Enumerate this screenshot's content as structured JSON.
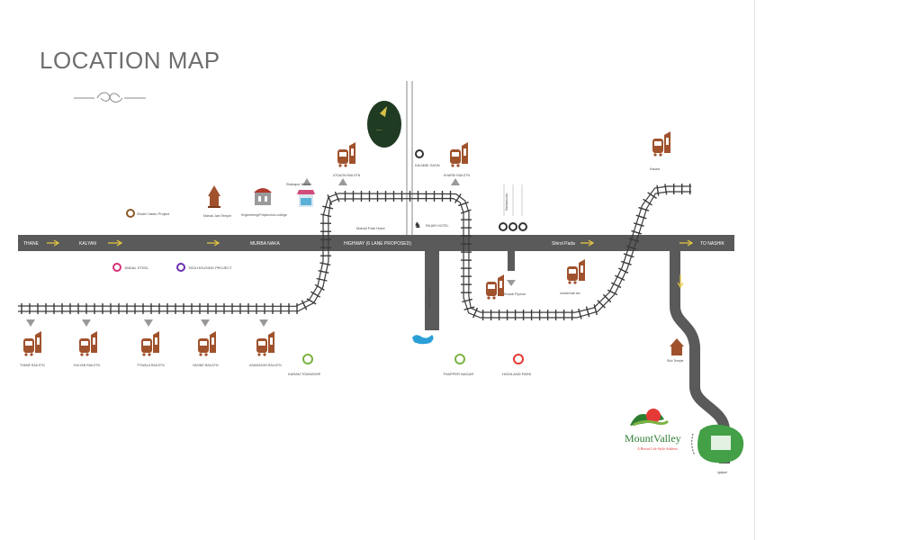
{
  "title": "LOCATION MAP",
  "colors": {
    "road": "#5a5a5a",
    "rail": "#3a3a3a",
    "station": "#a0522d",
    "arrow": "#e8c840",
    "water": "#2a9fd6",
    "brand_green": "#2e7d32",
    "brand_red": "#e53935"
  },
  "highway": {
    "labels": [
      "THANE",
      "KALYAN",
      "MURBA NAKA",
      "HIGHWAY (6 LANE PROPOSED)",
      "Shirol Pada",
      "TO NASHIK"
    ]
  },
  "stations_bottom": [
    "THANE RAILSTN",
    "KALYAN RAILSTN",
    "TITWALA RAILSTN",
    "VASIND RAILSTN",
    "ASANGAON RAILSTN"
  ],
  "stations_top": [
    "ATGAON RAILSTN",
    "KHARDI RAILSTN",
    "Kasara"
  ],
  "stations_right": [
    "Umbermali stn"
  ],
  "landmarks": {
    "shubh_vastu": "Shubh Vastu Project",
    "mahad_jain": "Mahad Jain Temple",
    "engineering": "Engineering/Polytechnic college",
    "shahapur_market": "Shahapur Market",
    "mahulika": "Mahuli Park Hotel",
    "pajar": "PAJAR HOTEL",
    "village": "KALMBE GAON",
    "khardi_flyover": "Khardi Flyover",
    "vihigaon": "Vihigaon Dam",
    "jindal": "JINDAL STEEL",
    "tata": "TATA HOUSING PROJECT",
    "karan": "KARAN TOWNSHIP",
    "thapper": "THAPPER NAGAR",
    "highland": "HIGHLAND PARK",
    "mahamunda": "Mahamunda",
    "shiv_temple": "Shiv Temple",
    "igatpuri": "Igatpuri"
  },
  "brand": {
    "name": "MountValley",
    "tagline": "A Resort Life Style Address"
  }
}
